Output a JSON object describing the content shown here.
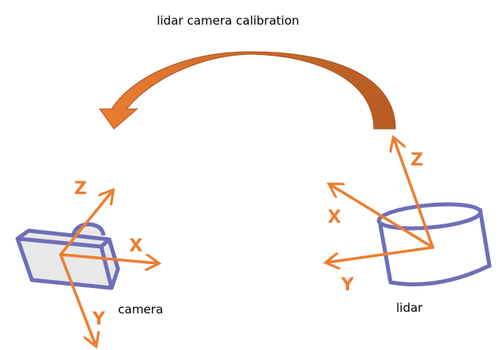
{
  "title": "lidar camera calibration",
  "camera": {
    "label": "camera",
    "axes": {
      "x": "X",
      "y": "Y",
      "z": "Z"
    }
  },
  "lidar": {
    "label": "lidar",
    "axes": {
      "x": "X",
      "y": "Y",
      "z": "Z"
    }
  },
  "colors": {
    "axis": "#ED7D31",
    "device": "#6E6EB8",
    "arrow_light": "#ED7D31",
    "arrow_dark": "#B85C23"
  }
}
